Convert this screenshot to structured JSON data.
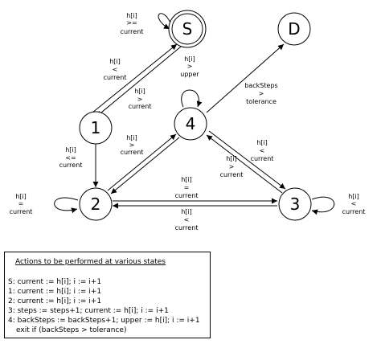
{
  "nodes": [
    {
      "id": "S",
      "label": "S"
    },
    {
      "id": "D",
      "label": "D"
    },
    {
      "id": "1",
      "label": "1"
    },
    {
      "id": "2",
      "label": "2"
    },
    {
      "id": "3",
      "label": "3"
    },
    {
      "id": "4",
      "label": "4"
    }
  ],
  "edge_labels": {
    "s_self": [
      "h[i]",
      ">=",
      "current"
    ],
    "s_to_1": [
      "h[i]",
      "<",
      "current"
    ],
    "one_to_s": [
      "h[i]",
      ">",
      "current"
    ],
    "four_self": [
      "h[i]",
      ">",
      "upper"
    ],
    "four_to_d": [
      "backSteps",
      ">",
      "tolerance"
    ],
    "two_to_4": [
      "h[i]",
      ">",
      "current"
    ],
    "one_to_2": [
      "h[i]",
      "<=",
      "current"
    ],
    "two_self": [
      "h[i]",
      "=",
      "current"
    ],
    "two_to_3": [
      "h[i]",
      "=",
      "current"
    ],
    "three_to_2": [
      "h[i]",
      "<",
      "current"
    ],
    "three_to_4": [
      "h[i]",
      ">",
      "current"
    ],
    "four_to_3": [
      "h[i]",
      "<",
      "current"
    ],
    "three_self": [
      "h[i]",
      "<",
      "current"
    ]
  },
  "legend": {
    "title": "Actions to be performed at various states",
    "rows": [
      "S: current := h[i]; i := i+1",
      "1: current := h[i]; i := i+1",
      "2: current := h[i]; i := i+1",
      "3: steps := steps+1; current := h[i]; i := i+1",
      "4: backSteps := backSteps+1; upper := h[i]; i := i+1",
      "exit if (backSteps > tolerance)"
    ]
  }
}
